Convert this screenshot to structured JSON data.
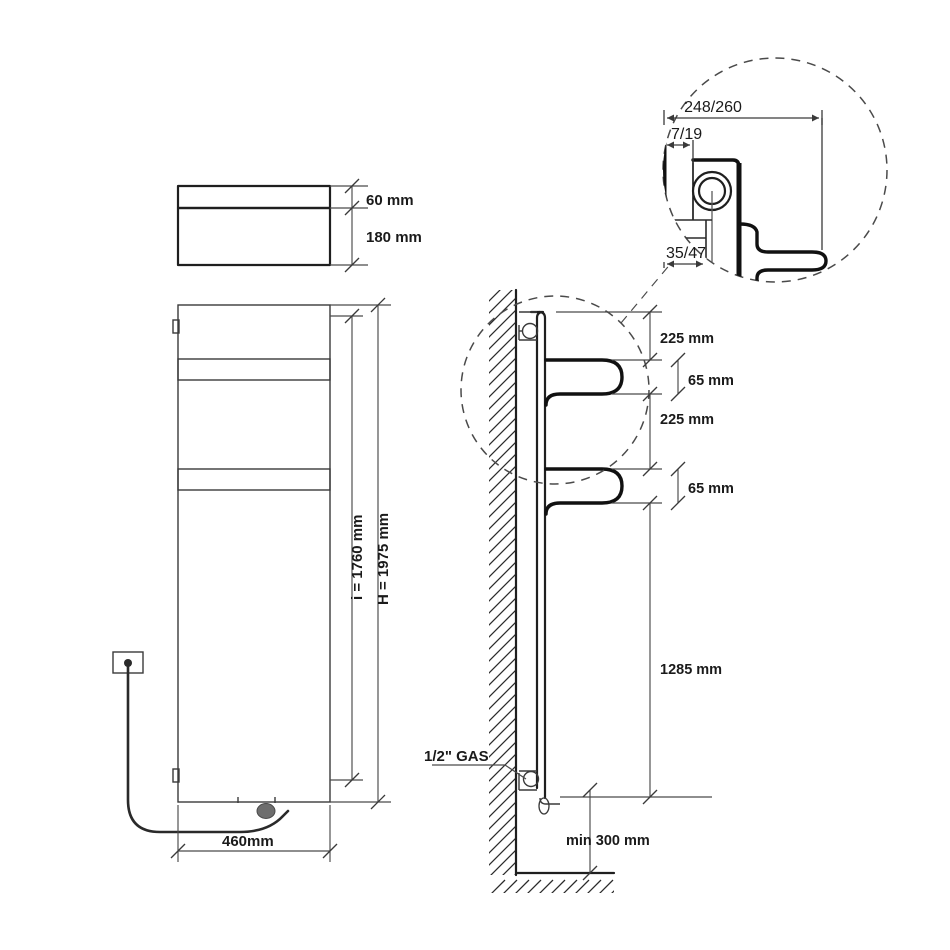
{
  "drawing": {
    "title": "Vertical towel radiator installation drawing",
    "background_color": "#ffffff",
    "line_color": "#3a3a3a",
    "text_color": "#1a1a1a"
  },
  "top_view": {
    "name": "top-section-view",
    "labels": {
      "depth_upper": "60 mm",
      "depth_lower": "180 mm"
    }
  },
  "front_view": {
    "name": "front-elevation-view",
    "labels": {
      "inner_height": "i = 1760 mm",
      "total_height": "H = 1975 mm",
      "width": "460mm"
    }
  },
  "side_view": {
    "name": "side-section-view",
    "labels": {
      "top_to_rail_1": "225 mm",
      "rail_1_height": "65 mm",
      "rail_1_to_rail_2": "225 mm",
      "rail_2_height": "65 mm",
      "rail_to_floor": "1285 mm",
      "gas_connection": "1/2\" GAS",
      "min_floor_clearance": "min 300 mm"
    }
  },
  "detail_view": {
    "name": "detail-magnification-circle",
    "labels": {
      "overall_depth": "248/260",
      "wall_gap": "7/19",
      "bracket_depth": "35/47"
    }
  }
}
